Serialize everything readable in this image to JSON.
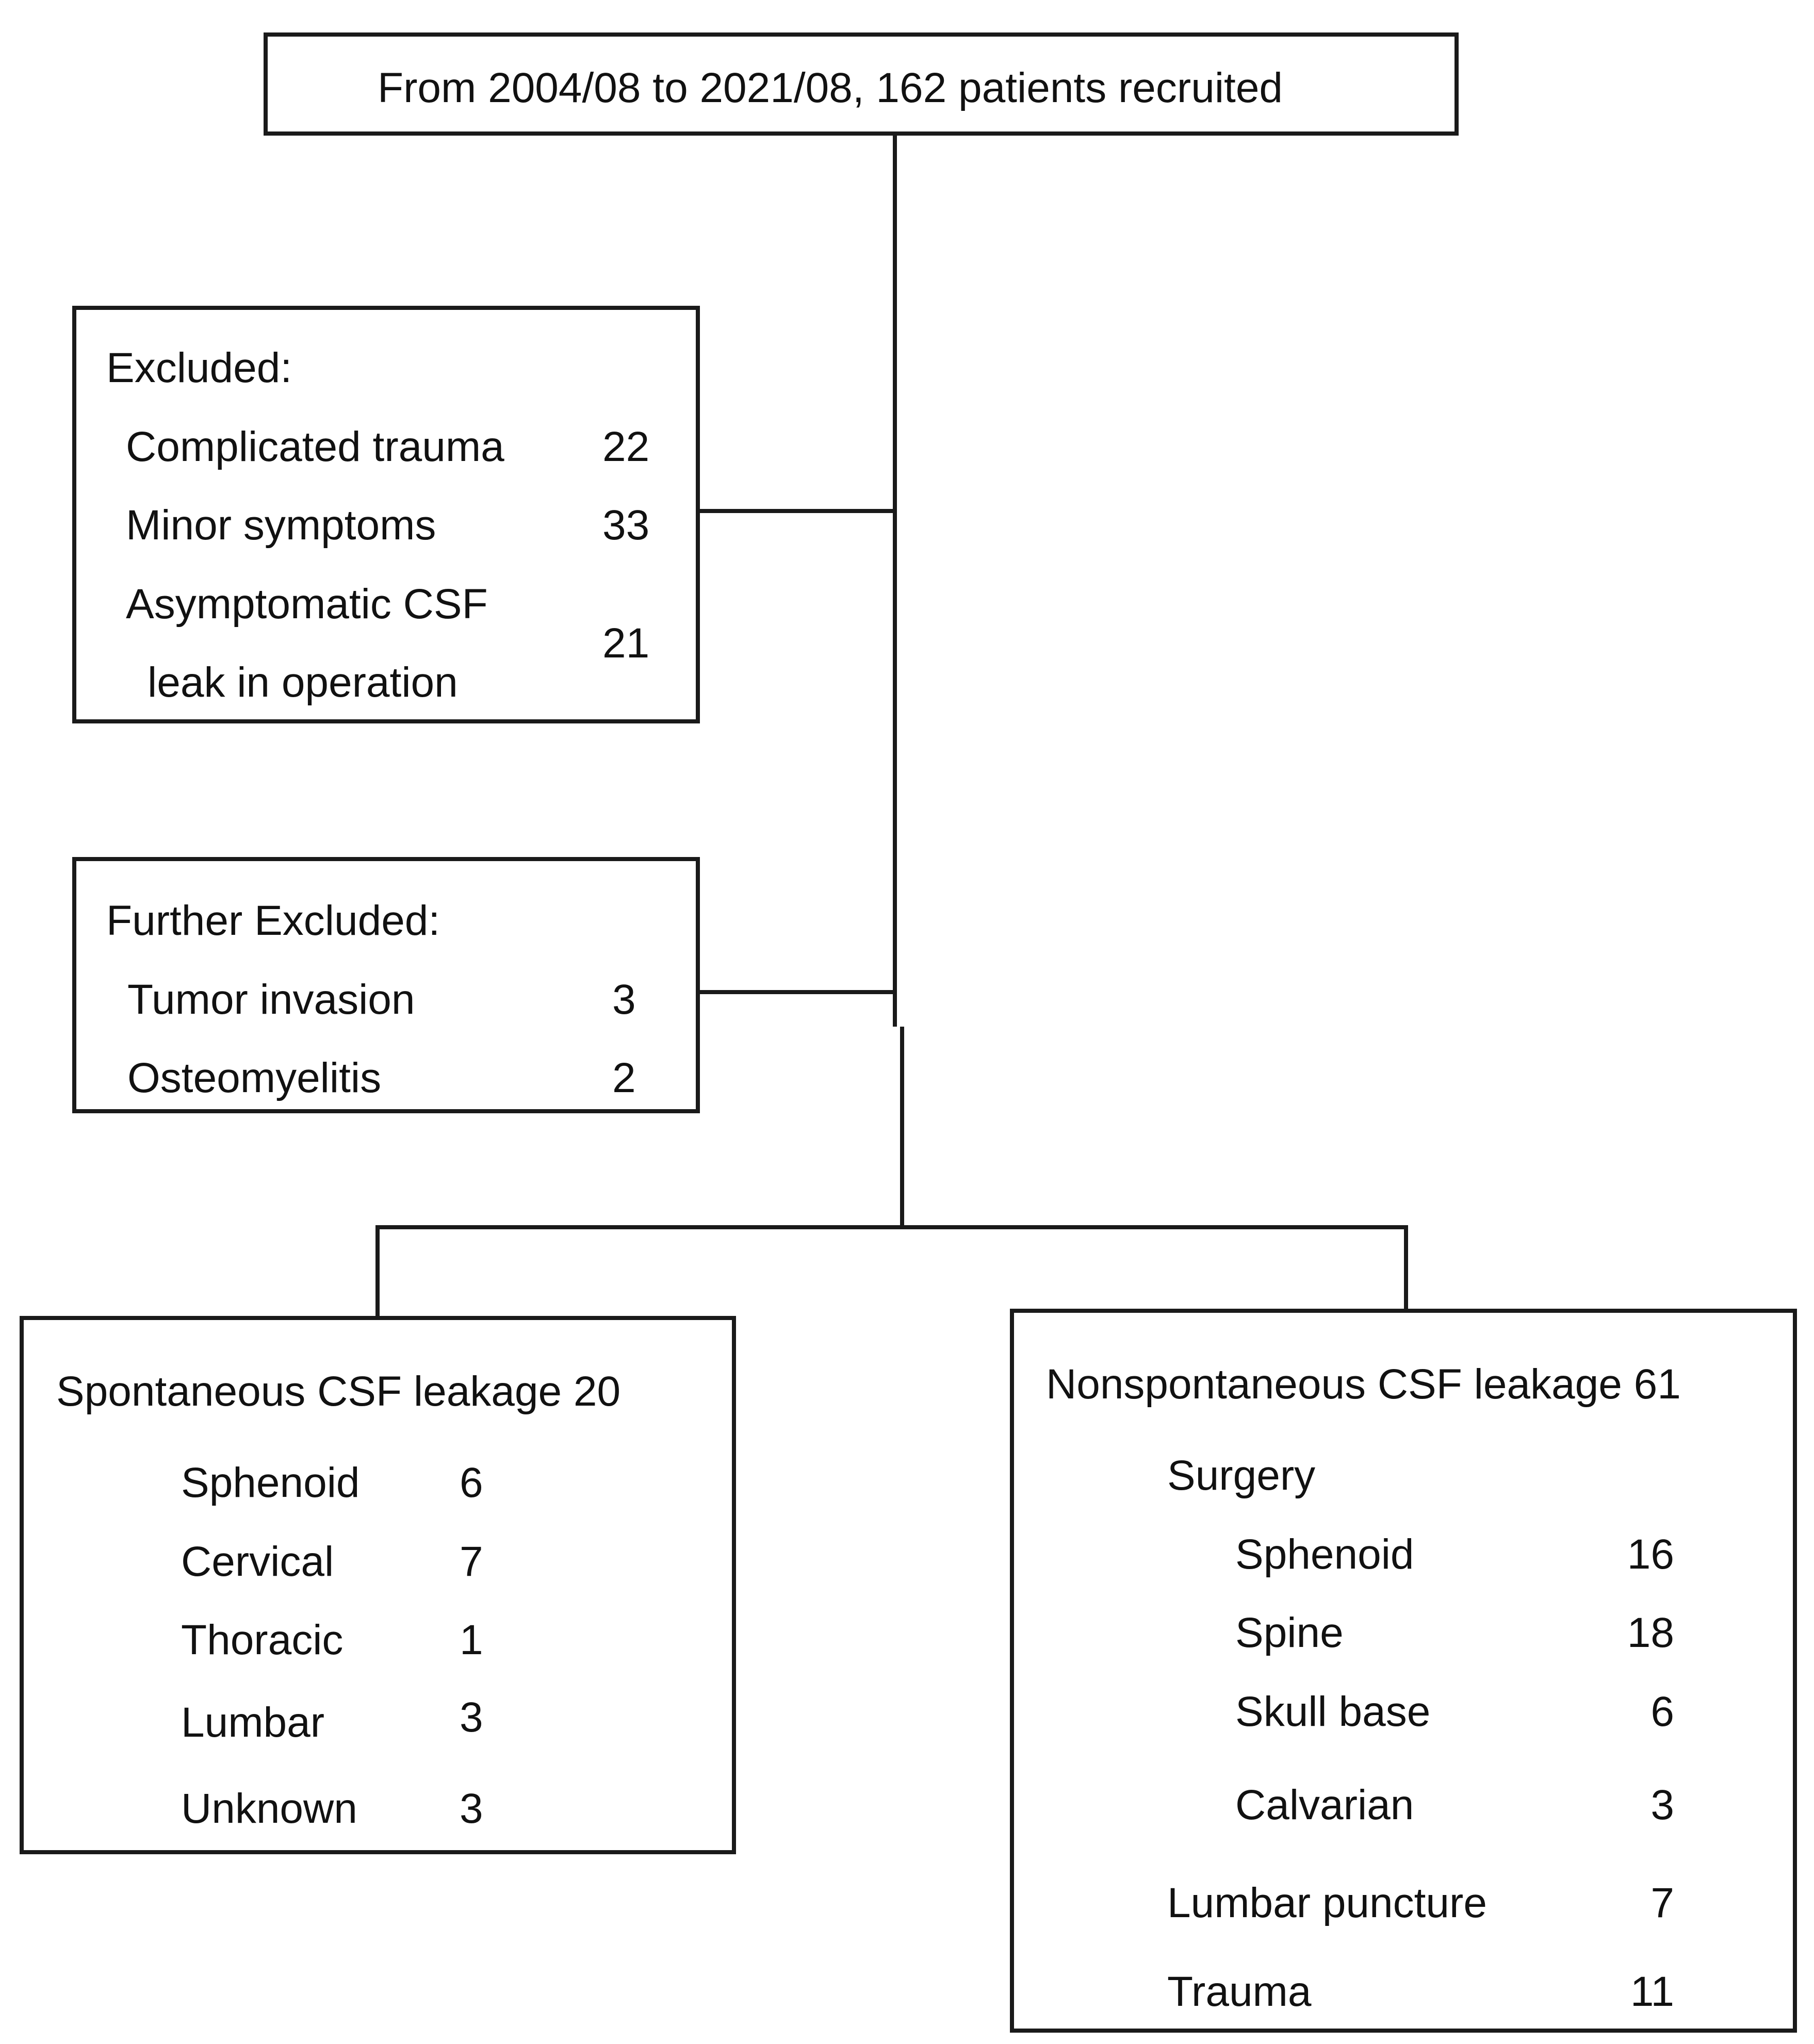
{
  "top": {
    "text": "From 2004/08 to 2021/08, 162 patients recruited"
  },
  "excluded": {
    "heading": "Excluded:",
    "items": [
      {
        "label": "Complicated trauma",
        "count": "22"
      },
      {
        "label": "Minor symptoms",
        "count": "33"
      },
      {
        "label_line1": "Asymptomatic CSF",
        "label_line2": "leak in operation",
        "count": "21"
      }
    ]
  },
  "further_excluded": {
    "heading": "Further Excluded:",
    "items": [
      {
        "label": "Tumor invasion",
        "count": "3"
      },
      {
        "label": "Osteomyelitis",
        "count": "2"
      }
    ]
  },
  "spontaneous": {
    "heading": "Spontaneous CSF leakage 20",
    "items": [
      {
        "label": "Sphenoid",
        "count": "6"
      },
      {
        "label": "Cervical",
        "count": "7"
      },
      {
        "label": "Thoracic",
        "count": "1"
      },
      {
        "label": "Lumbar",
        "count": "3"
      },
      {
        "label": "Unknown",
        "count": "3"
      }
    ]
  },
  "nonspontaneous": {
    "heading": "Nonspontaneous CSF leakage 61",
    "surgery": {
      "label": "Surgery",
      "items": [
        {
          "label": "Sphenoid",
          "count": "16"
        },
        {
          "label": "Spine",
          "count": "18"
        },
        {
          "label": "Skull base",
          "count": "6"
        },
        {
          "label": "Calvarian",
          "count": "3"
        }
      ]
    },
    "others": [
      {
        "label": "Lumbar puncture",
        "count": "7"
      },
      {
        "label": "Trauma",
        "count": "11"
      }
    ]
  }
}
